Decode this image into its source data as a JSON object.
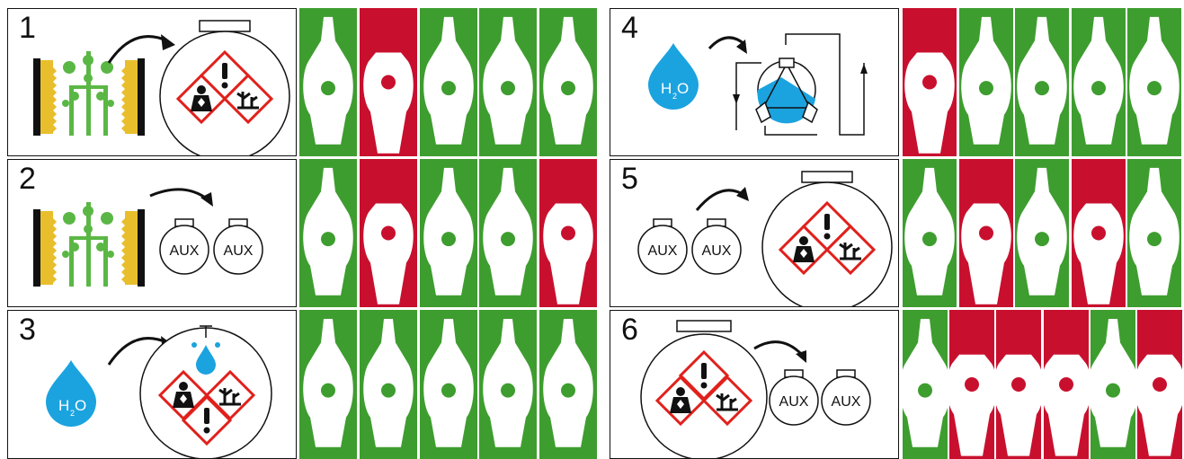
{
  "colors": {
    "open": "#3e9d2f",
    "closed": "#c8102e",
    "water": "#1ba3df",
    "hazard": "#e0201b",
    "vine": "#5bb745",
    "brush": "#e8be2c"
  },
  "labels": {
    "aux": "AUX",
    "water": "H",
    "water_sub": "O",
    "water_sub2": "2"
  },
  "steps": [
    {
      "number": "1",
      "scene": "vine-to-tank",
      "valves": [
        "open",
        "closed",
        "open",
        "open",
        "open"
      ]
    },
    {
      "number": "2",
      "scene": "vine-to-aux",
      "valves": [
        "open",
        "closed",
        "open",
        "open",
        "closed"
      ]
    },
    {
      "number": "3",
      "scene": "water-to-tank-rinse",
      "valves": [
        "open",
        "open",
        "open",
        "open",
        "open"
      ]
    },
    {
      "number": "4",
      "scene": "water-to-pump",
      "valves": [
        "closed",
        "open",
        "open",
        "open",
        "open"
      ]
    },
    {
      "number": "5",
      "scene": "aux-to-tank",
      "valves": [
        "open",
        "closed",
        "open",
        "closed",
        "open"
      ]
    },
    {
      "number": "6",
      "scene": "tank-to-aux",
      "valves": [
        "open",
        "closed",
        "closed",
        "closed",
        "open",
        "closed"
      ]
    }
  ]
}
